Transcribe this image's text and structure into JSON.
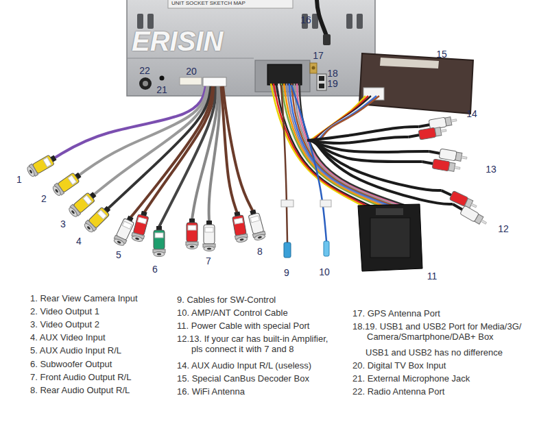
{
  "diagram": {
    "labels": [
      "ERISIN",
      "UNIT SOCKET SKETCH MAP",
      "16",
      "22",
      "20",
      "17",
      "15",
      "18",
      "21",
      "19",
      "14",
      "13",
      "1",
      "2",
      "12",
      "3",
      "4",
      "5",
      "8",
      "7",
      "6",
      "9",
      "10",
      "11",
      "1. Rear View Camera Input",
      "2. Video Output 1",
      "3. Video Output 2",
      "4. AUX Video Input",
      "5. AUX Audio Input R/L",
      "6. Subwoofer Output",
      "7. Front Audio Output R/L",
      "8. Rear Audio Output R/L",
      "9. Cables for SW-Control",
      "10. AMP/ANT Control Cable",
      "11. Power Cable with special Port",
      "12.13. If your car has built-in Amplifier, pls connect it with 7 and 8",
      "14. AUX Audio Input R/L (useless)",
      "15. Special CanBus Decoder Box",
      "16. WiFi Antenna",
      "17. GPS Antenna Port",
      "18.19. USB1 and USB2 Port for Media/3G/ Camera/Smartphone/DAB+ Box",
      "USB1 and USB2 has no difference",
      "20. Digital TV Box Input",
      "21. External Microphone Jack",
      "22. Radio Antenna Port"
    ]
  }
}
